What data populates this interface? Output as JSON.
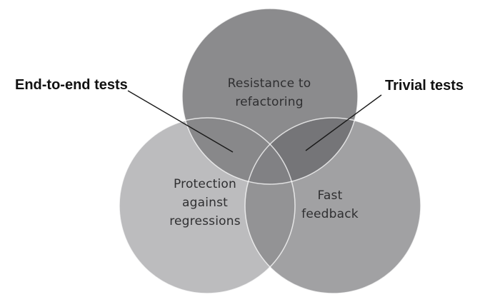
{
  "diagram": {
    "type": "venn",
    "background": "#ffffff",
    "text_color": "#2f2f31",
    "callout_text_color": "#111111",
    "leader_line_color": "#1a1a1a",
    "circle_outline_color": "#ffffff",
    "circles": {
      "top": {
        "label": "Resistance to refactoring",
        "lines": [
          "Resistance to",
          "refactoring"
        ],
        "fill": "#8b8b8d"
      },
      "left": {
        "label": "Protection against regressions",
        "lines": [
          "Protection",
          "against",
          "regressions"
        ],
        "fill": "#bcbcbe"
      },
      "right": {
        "label": "Fast feedback",
        "lines": [
          "Fast",
          "feedback"
        ],
        "fill": "#a1a1a3"
      }
    },
    "overlaps": {
      "top_left": "#88888a",
      "top_right": "#757578",
      "left_right": "#939395",
      "center": "#818184"
    },
    "callouts": {
      "end_to_end": "End-to-end tests",
      "trivial": "Trivial tests"
    }
  }
}
